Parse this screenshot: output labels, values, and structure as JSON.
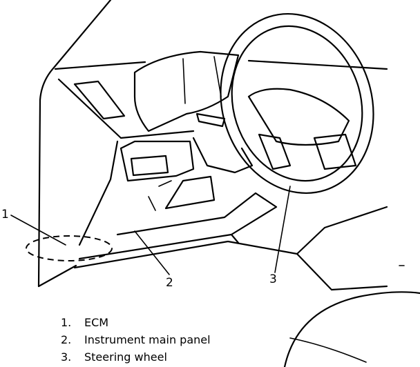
{
  "callouts": [
    {
      "number": "1"
    },
    {
      "number": "2"
    },
    {
      "number": "3"
    }
  ],
  "legend": [
    {
      "number": "1.",
      "label": "ECM"
    },
    {
      "number": "2.",
      "label": "Instrument main panel"
    },
    {
      "number": "3.",
      "label": "Steering wheel"
    }
  ]
}
